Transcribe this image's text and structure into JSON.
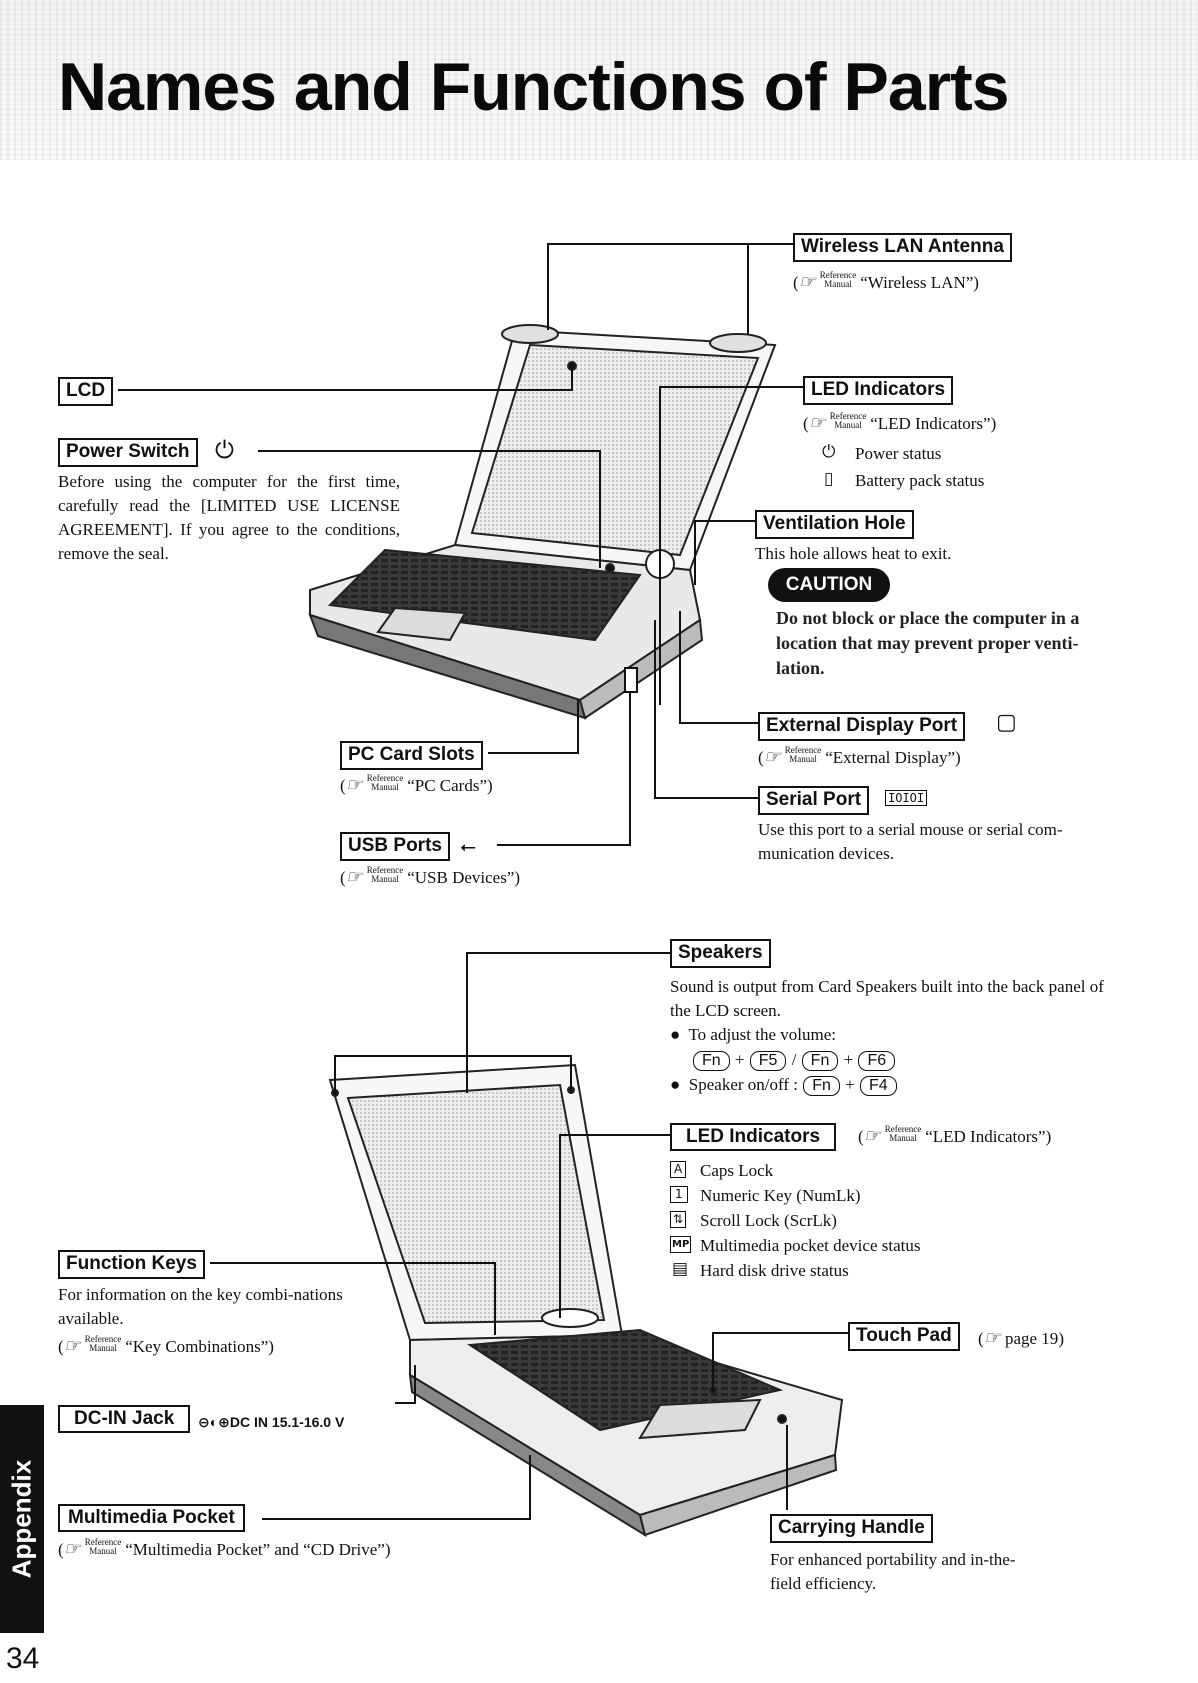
{
  "title": "Names and Functions of Parts",
  "ref_mark": {
    "top": "Reference",
    "bottom": "Manual"
  },
  "top": {
    "wireless": {
      "label": "Wireless LAN Antenna",
      "ref": "“Wireless LAN”"
    },
    "lcd": {
      "label": "LCD"
    },
    "power": {
      "label": "Power Switch",
      "symbol": "⏻",
      "desc": "Before using the computer for the first time, carefully read the [LIMITED USE LICENSE AGREEMENT]. If you agree to the conditions, remove the seal."
    },
    "led": {
      "label": "LED Indicators",
      "ref": "“LED Indicators”",
      "items": [
        {
          "icon": "⏻",
          "text": "Power status"
        },
        {
          "icon": "▯",
          "text": "Battery pack status"
        }
      ]
    },
    "vent": {
      "label": "Ventilation Hole",
      "desc": "This hole allows heat to exit."
    },
    "caution": {
      "badge": "CAUTION",
      "text": "Do not block or place the computer in a location that may prevent proper venti-lation."
    },
    "extdisp": {
      "label": "External Display Port",
      "symbol": "▢",
      "ref": "“External Display”"
    },
    "serial": {
      "label": "Serial Port",
      "symbol": "IOIOI",
      "desc": "Use this port to a serial mouse or serial com-munication devices."
    },
    "pccard": {
      "label": "PC Card Slots",
      "ref": "“PC Cards”"
    },
    "usb": {
      "label": "USB Ports",
      "symbol": "⭠",
      "ref": "“USB Devices”"
    }
  },
  "bottom": {
    "speakers": {
      "label": "Speakers",
      "desc": "Sound is output from Card Speakers built into the back panel of the LCD screen.",
      "bullet1": "To adjust the volume:",
      "keys_vol": [
        "Fn",
        "+",
        "F5",
        "/",
        "Fn",
        "+",
        "F6"
      ],
      "bullet2": "Speaker on/off :",
      "keys_mute": [
        "Fn",
        "+",
        "F4"
      ]
    },
    "led": {
      "label": "LED Indicators",
      "ref": "“LED Indicators”",
      "items": [
        {
          "icon": "A",
          "text": "Caps Lock"
        },
        {
          "icon": "1",
          "text": "Numeric Key (NumLk)"
        },
        {
          "icon": "⇅",
          "text": "Scroll Lock (ScrLk)"
        },
        {
          "icon": "MP",
          "text": "Multimedia pocket device status"
        },
        {
          "icon": "▤",
          "text": "Hard disk drive status"
        }
      ]
    },
    "function_keys": {
      "label": "Function Keys",
      "desc": "For information on the key combi-nations available.",
      "ref": "“Key Combinations”"
    },
    "touchpad": {
      "label": "Touch Pad",
      "ref": "page 19"
    },
    "dcin": {
      "label": "DC-IN Jack",
      "spec": "⊖◐⊕DC IN 15.1-16.0 V"
    },
    "multimedia": {
      "label": "Multimedia Pocket",
      "ref": "“Multimedia Pocket” and “CD Drive”"
    },
    "handle": {
      "label": "Carrying Handle",
      "desc": "For enhanced portability and in-the-field efficiency."
    }
  },
  "side_tab": "Appendix",
  "page_number": "34"
}
